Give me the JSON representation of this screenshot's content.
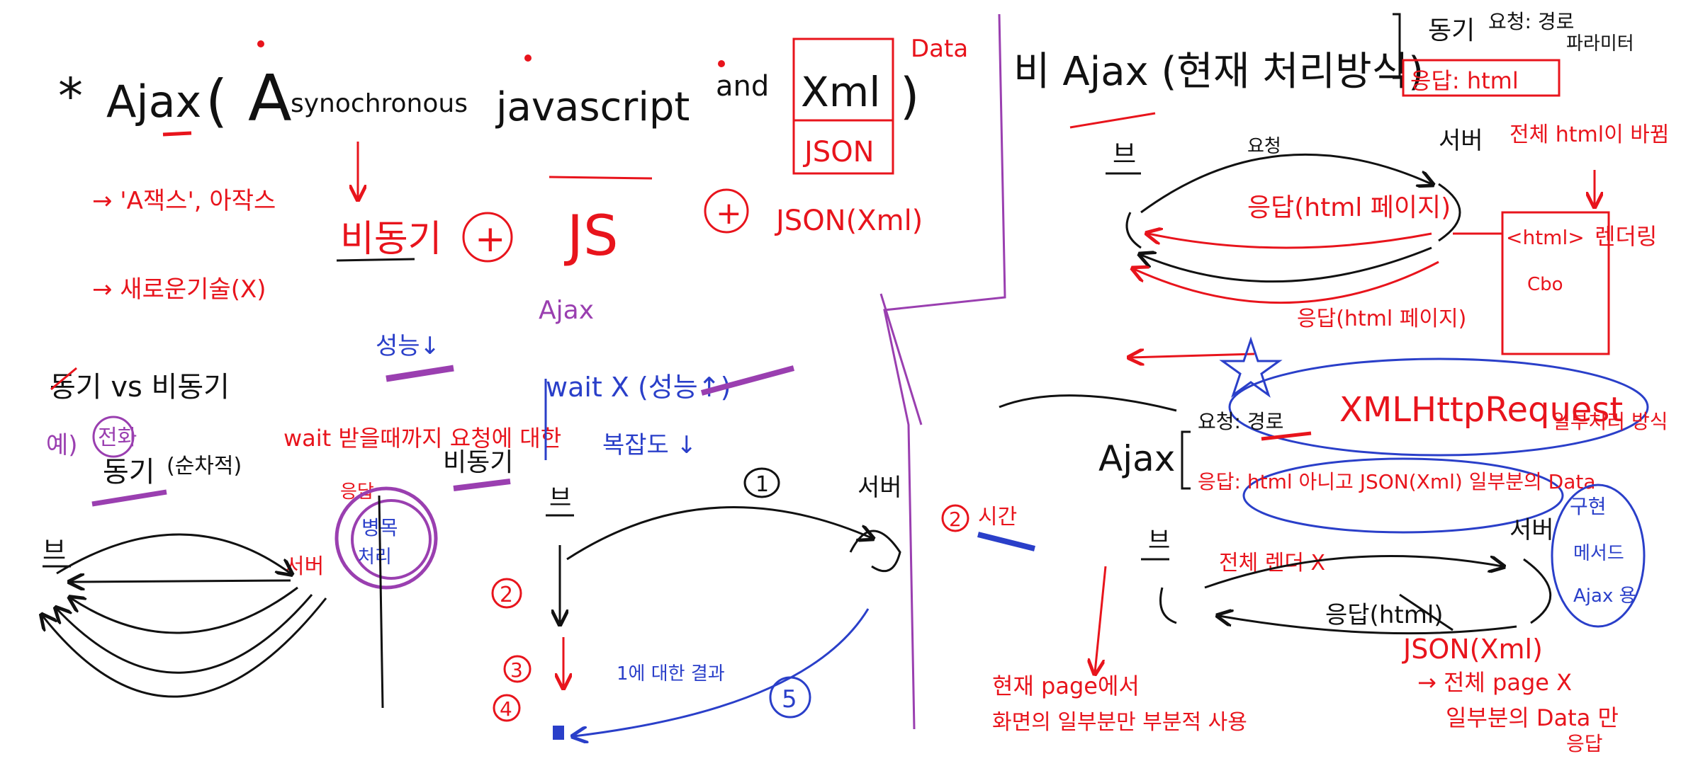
{
  "title": {
    "star": "*",
    "ajax": "Ajax",
    "paren": "(",
    "a": "A",
    "synchronous": "synochronous",
    "javascript": "javascript",
    "and": "and",
    "xml": "Xml",
    "json": "JSON",
    "data": "Data",
    "close": ")"
  },
  "breakdown": {
    "async": "비동기",
    "plus1": "+",
    "js": "JS",
    "plus2": "+",
    "jsonxml": "JSON(Xml)"
  },
  "notes": {
    "ajax_pron": "→ 'A잭스', 아작스",
    "not_new": "→ 새로운기술(X)"
  },
  "sync_section": {
    "heading": "동기 vs 비동기",
    "ex": "예)",
    "phone": "전화",
    "sync": "동기",
    "sync_paren": "(순차적)",
    "wait_note": "wait 받을때까지 요청에 대한",
    "wait_note2": "응답",
    "bottleneck": "병목",
    "circle_label": "처리",
    "server": "서버",
    "browser": "브",
    "perf_down": "성능↓",
    "ajax_small": "Ajax",
    "async": "비동기",
    "wait_x": "wait X (성능↑)",
    "complexity": "복잡도 ↓",
    "browser2": "브",
    "server2": "서버",
    "step1": "1",
    "step2": "2",
    "step2b": "2",
    "step3": "3",
    "step4": "4",
    "step5": "5",
    "long_time": "시간",
    "result": "1에 대한 결과"
  },
  "right_top": {
    "title": "비 Ajax (현재 처리방식)",
    "sync": "동기",
    "req": "요청: 경로",
    "params": "파라미터",
    "resp": "응답: html",
    "browser": "브",
    "server": "서버",
    "req_arrow": "요청",
    "resp_html": "응답(html 페이지)",
    "resp_html2": "응답(html 페이지)",
    "whole_page": "전체 html이 바뀜",
    "rendering": "렌더링",
    "html_box": "<html>",
    "html_box2": "Cbo"
  },
  "right_bottom": {
    "xhr": "XMLHttpRequest",
    "ajax": "Ajax",
    "req": "요청: 경로",
    "resp": "응답: html 아니고 JSON(Xml) 일부분의 Data",
    "whole_x": "전체 렌더 X",
    "browser": "브",
    "server": "서버",
    "resp_html": "응답(html)",
    "jsonxml": "JSON(Xml)",
    "partial": "일부처리 방식",
    "whole_page_x": "→ 전체 page X",
    "partial_data": "일부분의 Data 만",
    "resp_only": "응답",
    "bottom_note": "현재 page에서",
    "bottom_note2": "화면의 일부분만 부분적 사용",
    "blue_note": "구현",
    "blue_note2": "메서드",
    "blue_note3": "Ajax 용"
  }
}
